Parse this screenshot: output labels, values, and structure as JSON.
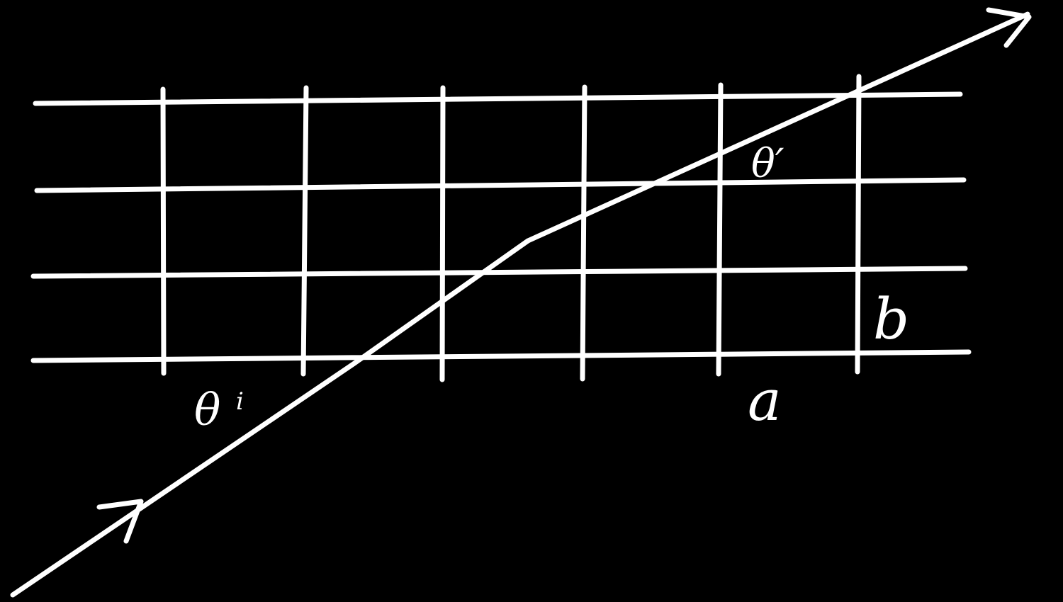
{
  "colors": {
    "background": "#000000",
    "ink": "#ffffff"
  },
  "labels": {
    "theta_incident": "θ",
    "theta_incident_sub": "i",
    "theta_refracted": "θ′",
    "spacing_a": "a",
    "spacing_b": "b"
  },
  "elements": {
    "horizontal_lines": 4,
    "vertical_lines": 6,
    "ray_arrows": 2
  }
}
